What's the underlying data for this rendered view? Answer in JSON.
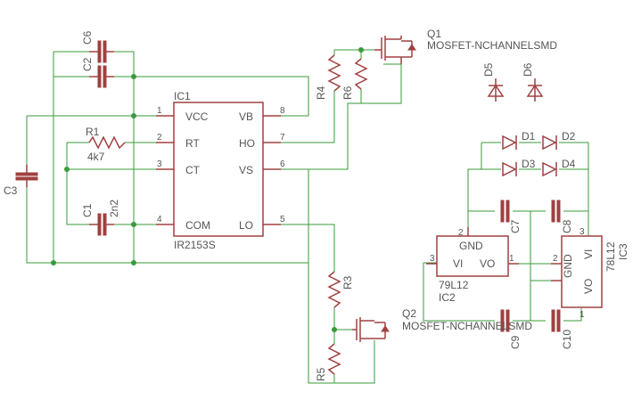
{
  "ic1": {
    "name": "IC1",
    "value": "IR2153S",
    "pins": {
      "p1": "1",
      "p2": "2",
      "p3": "3",
      "p4": "4",
      "p5": "5",
      "p6": "6",
      "p7": "7",
      "p8": "8",
      "vcc": "VCC",
      "rt": "RT",
      "ct": "CT",
      "com": "COM",
      "vb": "VB",
      "ho": "HO",
      "vs": "VS",
      "lo": "LO"
    }
  },
  "ic2": {
    "name": "IC2",
    "value": "79L12",
    "pins": {
      "p1": "1",
      "p2": "2",
      "p3": "3",
      "gnd": "GND",
      "vi": "VI",
      "vo": "VO"
    }
  },
  "ic3": {
    "name": "IC3",
    "value": "78L12",
    "pins": {
      "p1": "1",
      "p2": "2",
      "p3": "3",
      "gnd": "GND",
      "vi": "VI",
      "vo": "VO"
    }
  },
  "parts": {
    "c1": "C1",
    "c1_value": "2n2",
    "c2": "C2",
    "c3": "C3",
    "c6": "C6",
    "c7": "C7",
    "c8": "C8",
    "c9": "C9",
    "c10": "C10",
    "r1": "R1",
    "r1_value": "4k7",
    "r3": "R3",
    "r4": "R4",
    "r5": "R5",
    "r6": "R6",
    "q1": "Q1",
    "q1_value": "MOSFET-NCHANNELSMD",
    "q2": "Q2",
    "q2_value": "MOSFET-NCHANNELSMD",
    "d1": "D1",
    "d2": "D2",
    "d3": "D3",
    "d4": "D4",
    "d5": "D5",
    "d6": "D6"
  },
  "colors": {
    "wire": "#3a9a3a",
    "symbol": "#a04040",
    "text": "#555555"
  }
}
